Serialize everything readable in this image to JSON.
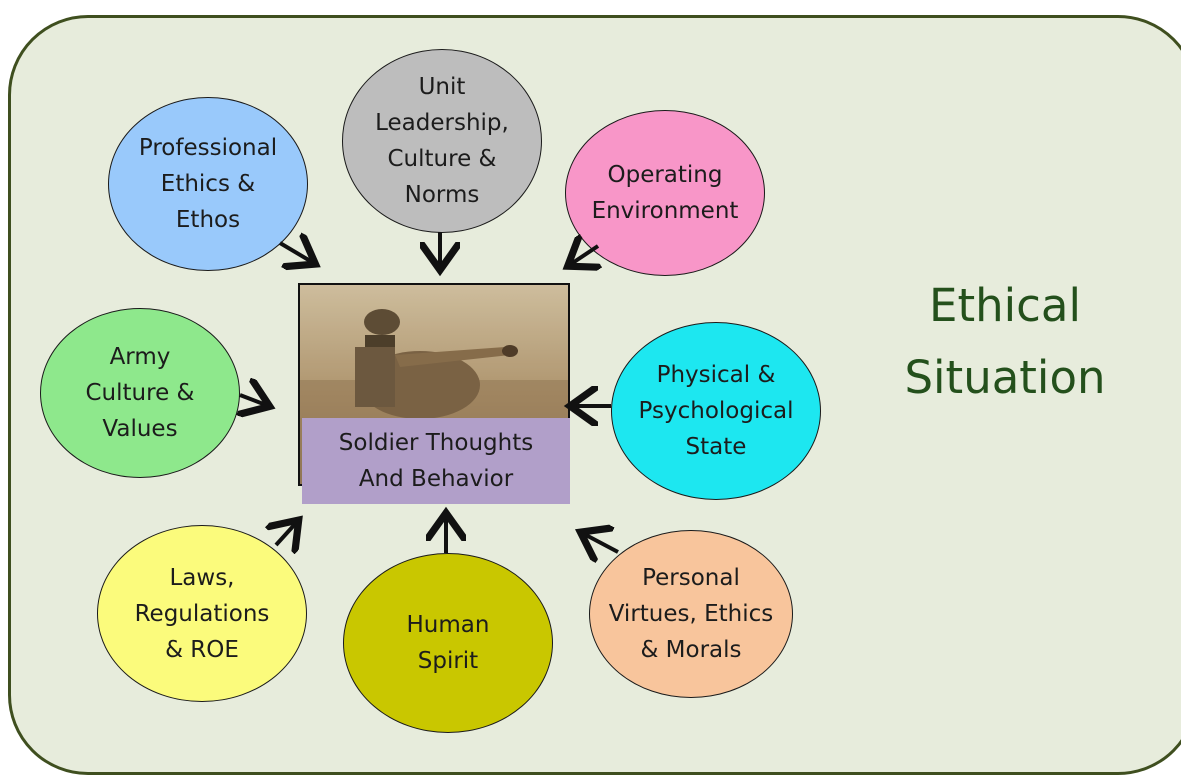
{
  "title": "Ethical\nSituation",
  "center": {
    "label": "Soldier Thoughts\nAnd Behavior",
    "image": "soldier-pointing-photo"
  },
  "factors": [
    {
      "id": "professional-ethics",
      "label": "Professional\nEthics &\nEthos",
      "color": "#99c9fb"
    },
    {
      "id": "unit-leadership",
      "label": "Unit\nLeadership,\nCulture &\nNorms",
      "color": "#bdbdbd"
    },
    {
      "id": "operating-environment",
      "label": "Operating\nEnvironment",
      "color": "#f896c8"
    },
    {
      "id": "army-culture",
      "label": "Army\nCulture &\nValues",
      "color": "#8ee88c"
    },
    {
      "id": "physical-psychological",
      "label": "Physical &\nPsychological\nState",
      "color": "#1de7f0"
    },
    {
      "id": "laws-regulations",
      "label": "Laws,\nRegulations\n& ROE",
      "color": "#fbfb7c"
    },
    {
      "id": "human-spirit",
      "label": "Human\nSpirit",
      "color": "#c9c700"
    },
    {
      "id": "personal-virtues",
      "label": "Personal\nVirtues, Ethics\n& Morals",
      "color": "#f8c59c"
    }
  ],
  "colors": {
    "background": "#e7ecdc",
    "border": "#3f4f1f",
    "title": "#24501c",
    "center_label_bg": "#b19fc9",
    "arrow": "#111111"
  }
}
